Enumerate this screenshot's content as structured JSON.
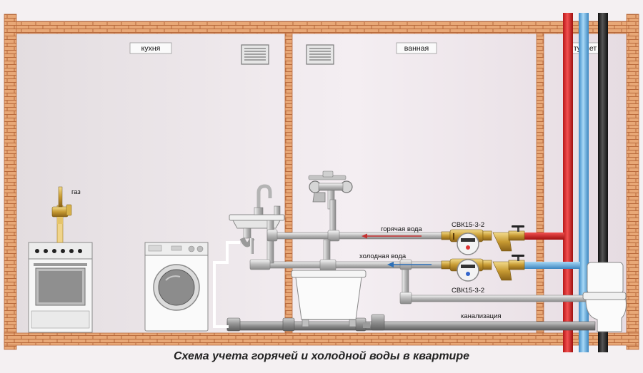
{
  "rooms": {
    "kitchen": "кухня",
    "bathroom": "ванная",
    "toilet": "туалет"
  },
  "labels": {
    "gas": "газ",
    "hot_water": "горячая вода",
    "cold_water": "холодная вода",
    "meter_hot": "СВК15-3-2",
    "meter_cold": "СВК15-3-2",
    "sewage": "канализация"
  },
  "caption": "Схема учета горячей и холодной воды в квартире",
  "colors": {
    "brick": "#e8a877",
    "hot_pipe": "#d82c2c",
    "cold_pipe": "#6bb2e3",
    "sewer_pipe": "#2a2a2a"
  }
}
